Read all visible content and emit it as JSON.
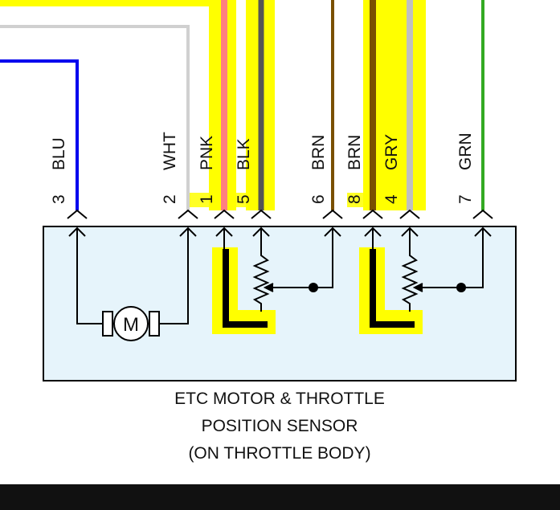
{
  "colors": {
    "yellow_highlight": "#ffff00",
    "blue": "#0000ee",
    "white_wire": "#d0d0d0",
    "pink": "#ff8080",
    "black_wire": "#555555",
    "brown": "#7a5000",
    "gray": "#c0c0c0",
    "green": "#33aa22",
    "component_box": "#e6f4fb",
    "bottom_bar": "#111111"
  },
  "wires": [
    {
      "pin": "3",
      "color": "BLU"
    },
    {
      "pin": "2",
      "color": "WHT"
    },
    {
      "pin": "1",
      "color": "PNK"
    },
    {
      "pin": "5",
      "color": "BLK"
    },
    {
      "pin": "6",
      "color": "BRN"
    },
    {
      "pin": "8",
      "color": "BRN"
    },
    {
      "pin": "4",
      "color": "GRY"
    },
    {
      "pin": "7",
      "color": "GRN"
    }
  ],
  "motor_label": "M",
  "component": {
    "title_line1": "ETC MOTOR & THROTTLE",
    "title_line2": "POSITION SENSOR",
    "title_line3": "(ON THROTTLE BODY)"
  }
}
